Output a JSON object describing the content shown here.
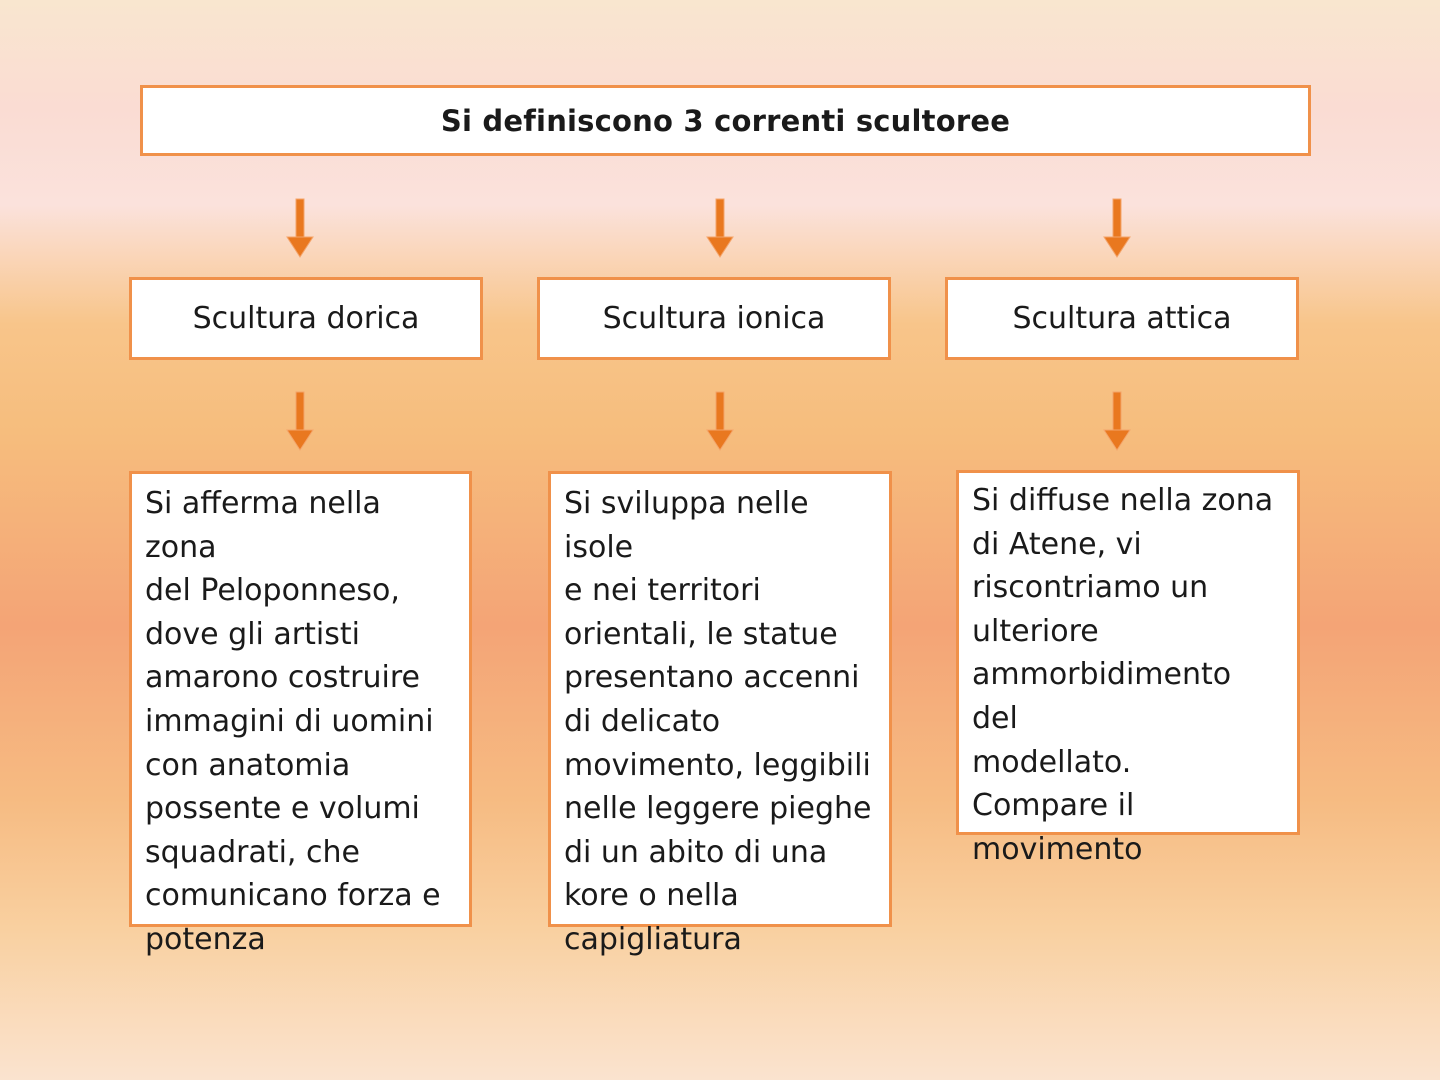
{
  "title": "Si definiscono 3 correnti scultoree",
  "categories": [
    {
      "label": "Scultura dorica",
      "description": "Si afferma nella zona\ndel Peloponneso,\ndove gli artisti\namarono costruire\nimmagini di uomini\ncon anatomia\npossente e volumi\nsquadrati, che\ncomunicano forza e\npotenza"
    },
    {
      "label": "Scultura ionica",
      "description": "Si sviluppa nelle isole\ne nei territori\norientali, le statue\npresentano accenni\ndi delicato\nmovimento, leggibili\nnelle leggere pieghe\ndi un abito di una\nkore o nella\ncapigliatura"
    },
    {
      "label": "Scultura attica",
      "description": "Si diffuse nella zona\ndi Atene, vi\nriscontriamo un\nulteriore\nammorbidimento del\nmodellato.\nCompare il\nmovimento"
    }
  ],
  "colors": {
    "box_border": "#f0914a",
    "arrow": "#e9781f"
  }
}
